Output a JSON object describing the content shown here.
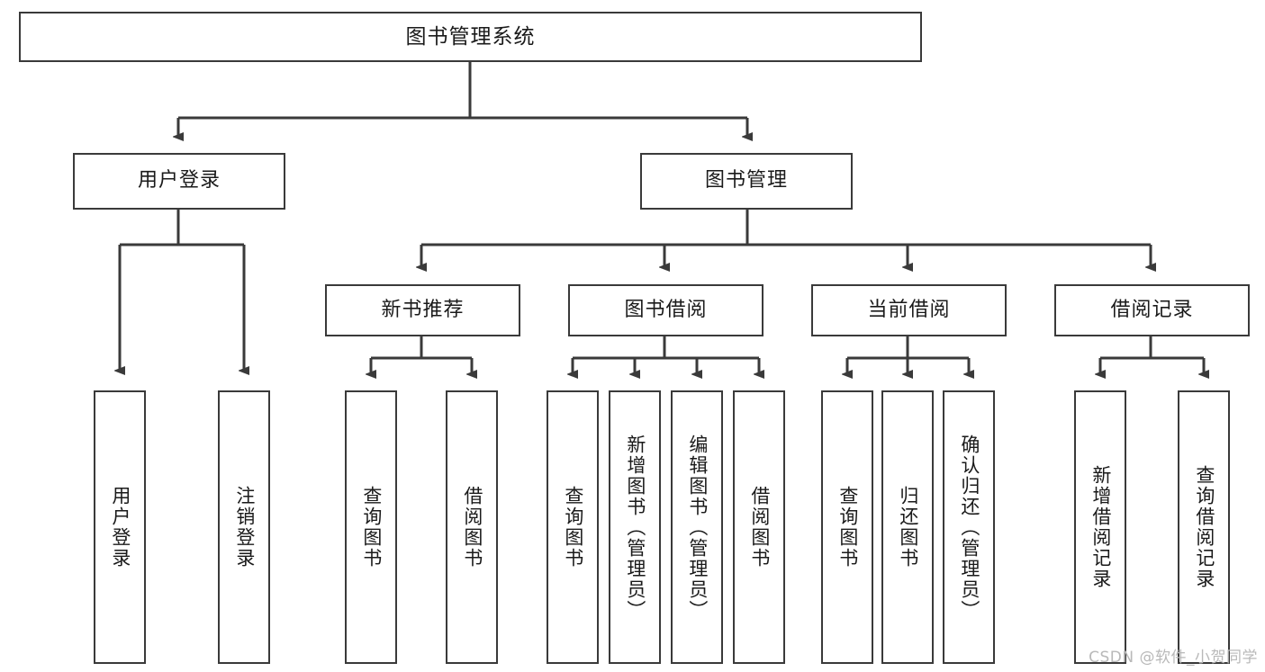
{
  "diagram": {
    "type": "tree-hierarchy-flowchart",
    "root": {
      "id": "root",
      "label": "图书管理系统"
    },
    "level2": [
      {
        "id": "user-login",
        "label": "用户登录"
      },
      {
        "id": "book-management",
        "label": "图书管理"
      }
    ],
    "level3": [
      {
        "id": "new-book-recommend",
        "label": "新书推荐",
        "parent": "book-management"
      },
      {
        "id": "book-borrow",
        "label": "图书借阅",
        "parent": "book-management"
      },
      {
        "id": "current-borrow",
        "label": "当前借阅",
        "parent": "book-management"
      },
      {
        "id": "borrow-record",
        "label": "借阅记录",
        "parent": "book-management"
      }
    ],
    "leaves": {
      "user-login": [
        {
          "id": "leaf-user-login",
          "label": "用户登录"
        },
        {
          "id": "leaf-logout-login",
          "label": "注销登录"
        }
      ],
      "new-book-recommend": [
        {
          "id": "leaf-query-book-1",
          "label": "查询图书"
        },
        {
          "id": "leaf-borrow-book-1",
          "label": "借阅图书"
        }
      ],
      "book-borrow": [
        {
          "id": "leaf-query-book-2",
          "label": "查询图书"
        },
        {
          "id": "leaf-add-book",
          "label": "新增图书（管理员）"
        },
        {
          "id": "leaf-edit-book",
          "label": "编辑图书（管理员）"
        },
        {
          "id": "leaf-borrow-book-2",
          "label": "借阅图书"
        }
      ],
      "current-borrow": [
        {
          "id": "leaf-query-book-3",
          "label": "查询图书"
        },
        {
          "id": "leaf-return-book",
          "label": "归还图书"
        },
        {
          "id": "leaf-confirm-return",
          "label": "确认归还（管理员）"
        }
      ],
      "borrow-record": [
        {
          "id": "leaf-add-record",
          "label": "新增借阅记录"
        },
        {
          "id": "leaf-query-record",
          "label": "查询借阅记录"
        }
      ]
    }
  },
  "watermark": {
    "text": "CSDN @软件_小贺同学"
  },
  "colors": {
    "box_border": "#3a3a3a",
    "box_fill": "#ffffff",
    "line": "#3a3a3a",
    "text": "#1a1a1a",
    "watermark": "#b9b9b9",
    "background": "#ffffff"
  }
}
